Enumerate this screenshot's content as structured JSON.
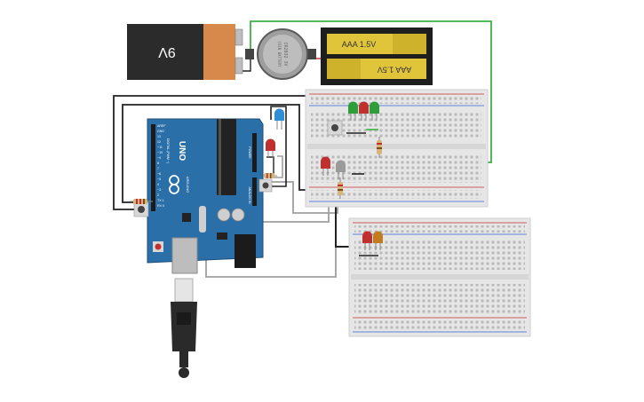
{
  "components": {
    "battery_9v": {
      "label": "9V",
      "colors": {
        "body": "#2b2b2b",
        "cap": "#d6894a",
        "terminal": "#bdbdbd"
      }
    },
    "coin_cell": {
      "label": "CR2032 3V",
      "label_line2": "COIN BATTERY"
    },
    "aaa_pack": {
      "cell_top": "AAA 1.5V",
      "cell_bottom": "AAA 1.5V",
      "colors": {
        "case": "#1e1e1e",
        "cell": "#e0c53a"
      }
    },
    "arduino": {
      "brand": "ARDUINO",
      "model": "UNO",
      "header_digital": "DIGITAL (PWM ~)",
      "header_power": "POWER",
      "header_analog": "ANALOG IN",
      "pins_left": [
        "AREF",
        "GND",
        "13",
        "12",
        "~11",
        "~10",
        "~9",
        "8",
        "7",
        "~6",
        "~5",
        "4",
        "~3",
        "2",
        "TX 1",
        "RX 0"
      ],
      "colors": {
        "board": "#2a6fa8",
        "chip": "#222222"
      }
    },
    "wire_colors": {
      "green": "#3cb043",
      "black": "#222222",
      "grey": "#9e9e9e"
    },
    "led_colors": {
      "green": "#2e9e3a",
      "red": "#c0302e",
      "blue": "#2f8fd6",
      "orange": "#c27b1e",
      "grey": "#9a9a9a"
    }
  }
}
